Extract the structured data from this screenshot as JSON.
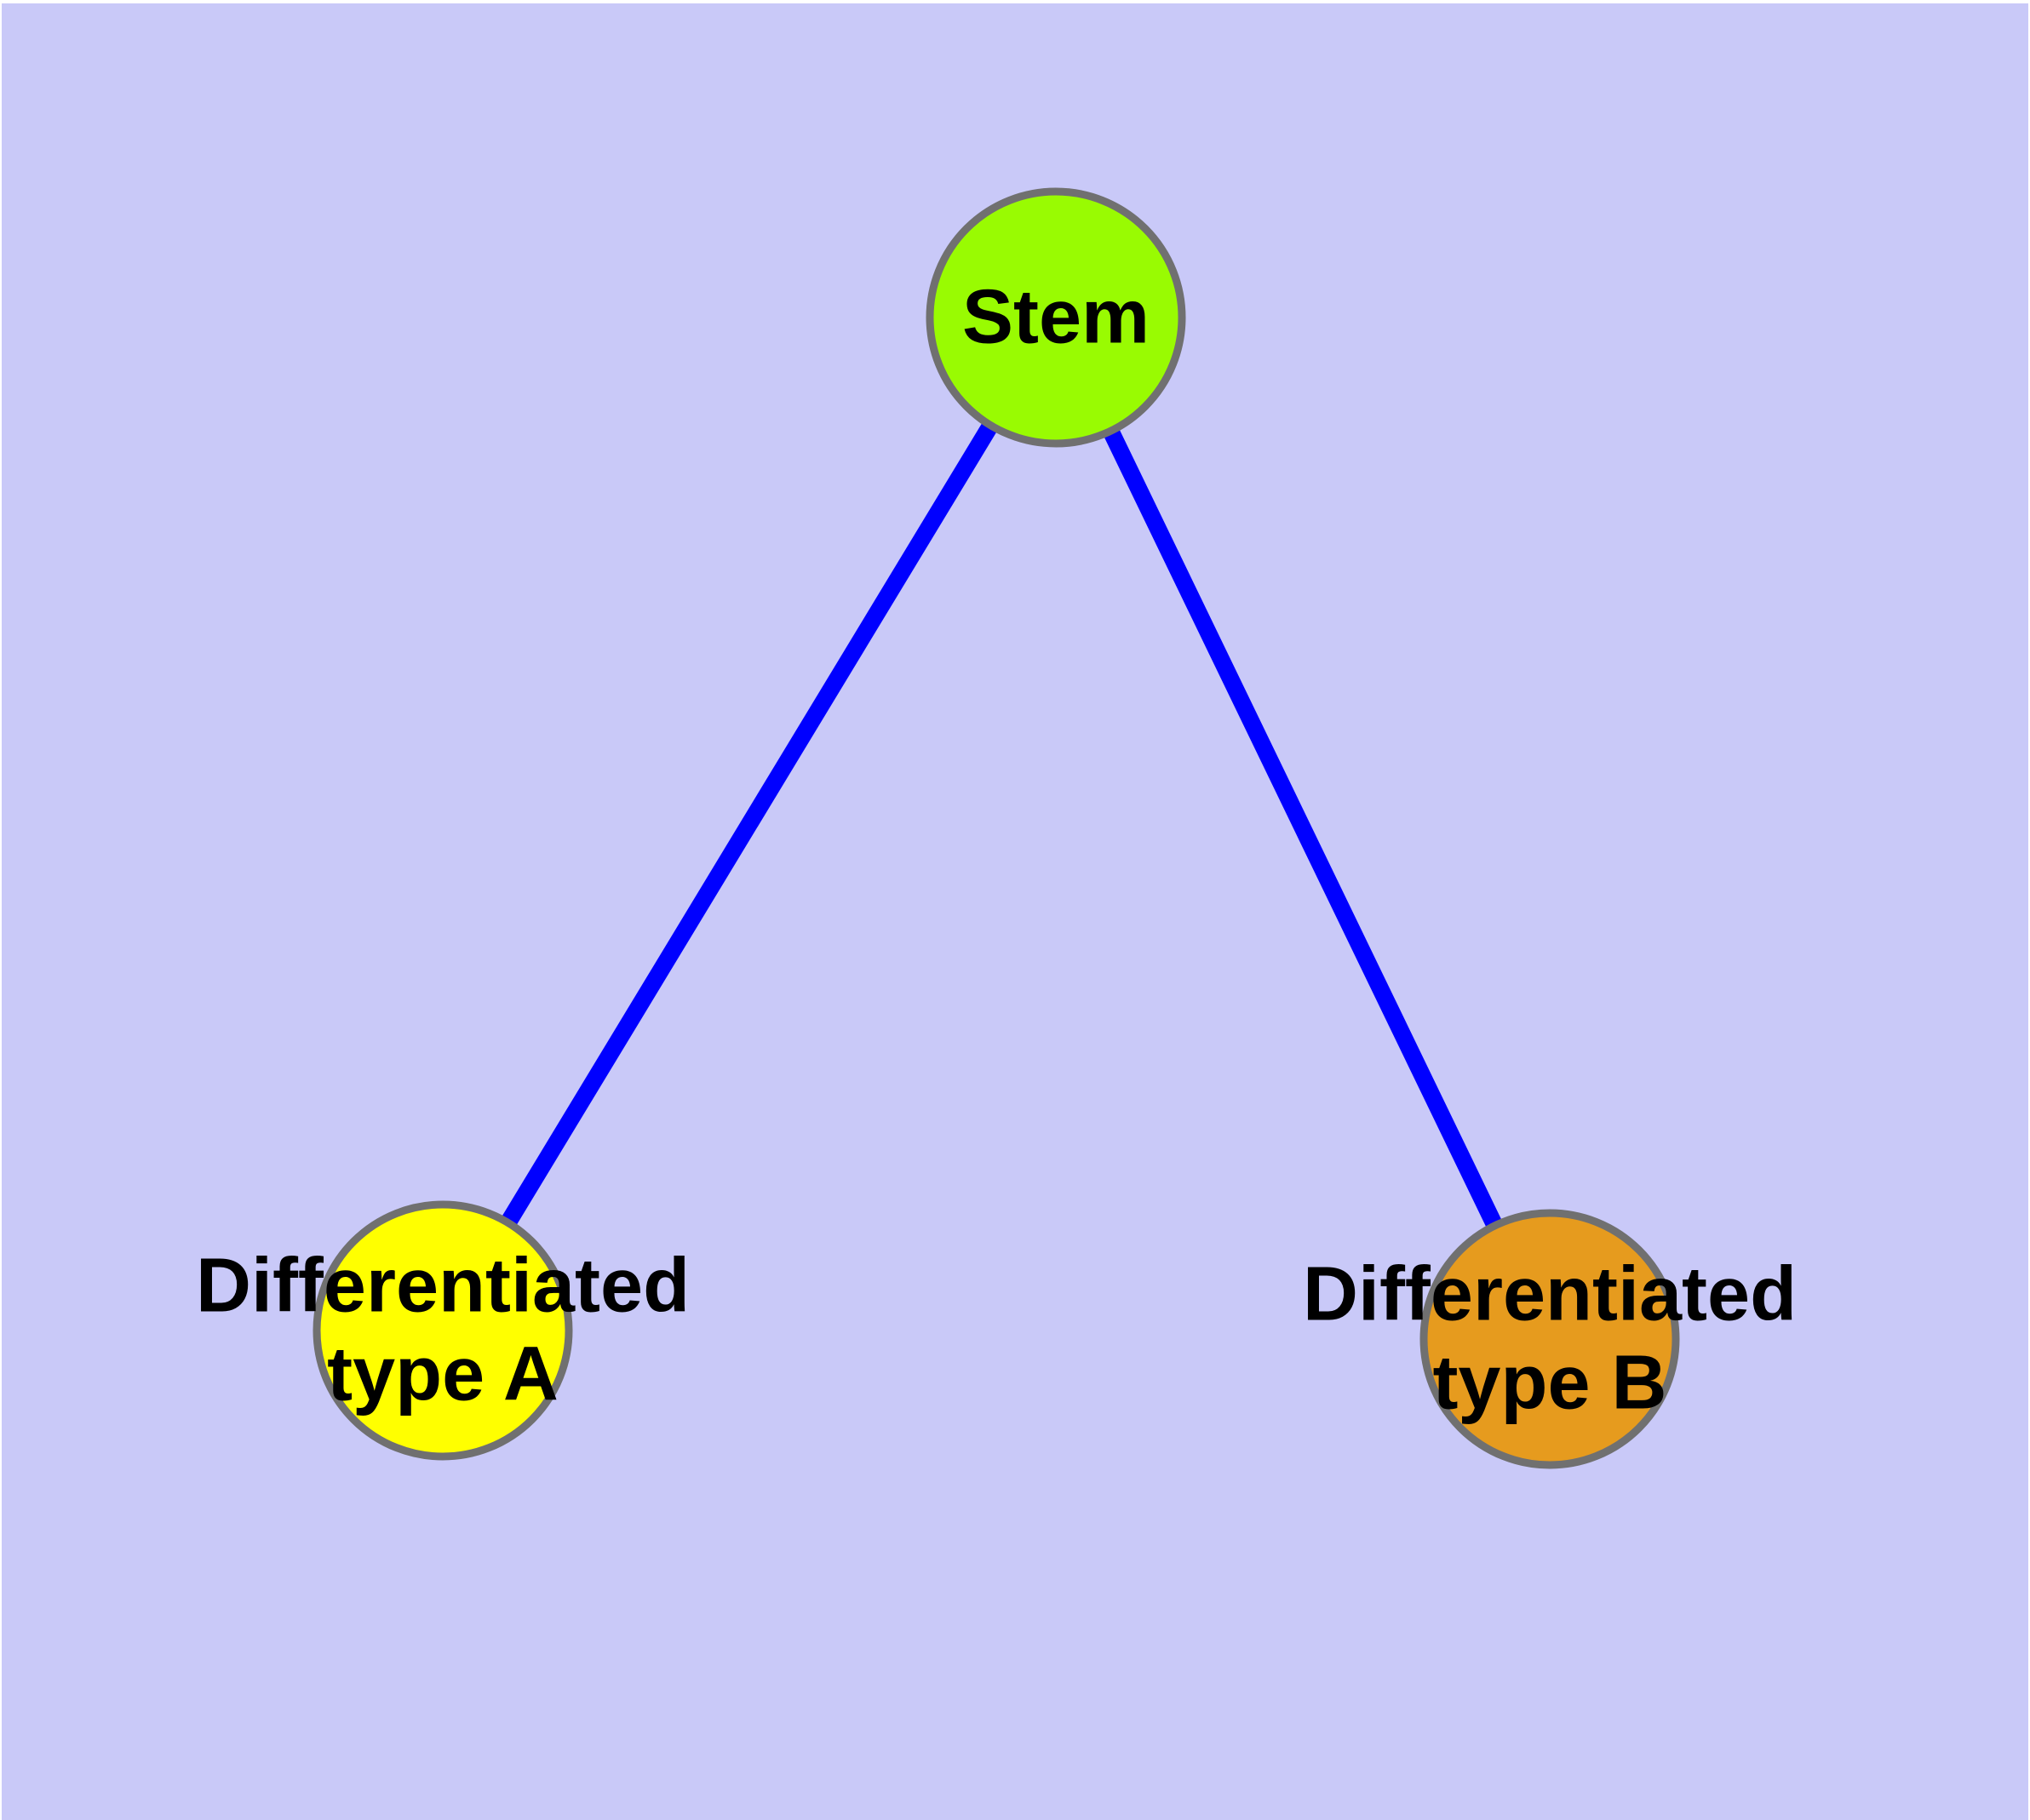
{
  "diagram": {
    "type": "graph",
    "colors": {
      "background": "#C9C9F8",
      "frame": "#FFFFFF",
      "edge": "#0000FF",
      "node_border": "#707070",
      "label_text": "#000000"
    },
    "nodes": [
      {
        "id": "stem",
        "label": "Stem",
        "color": "#99FB02"
      },
      {
        "id": "type-a",
        "label": "Differentiated\ntype A",
        "color": "#FFFF00"
      },
      {
        "id": "type-b",
        "label": "Differentiated\ntype B",
        "color": "#E69B1E"
      }
    ],
    "edges": [
      {
        "from": "stem",
        "to": "type-a"
      },
      {
        "from": "stem",
        "to": "type-b"
      }
    ]
  }
}
